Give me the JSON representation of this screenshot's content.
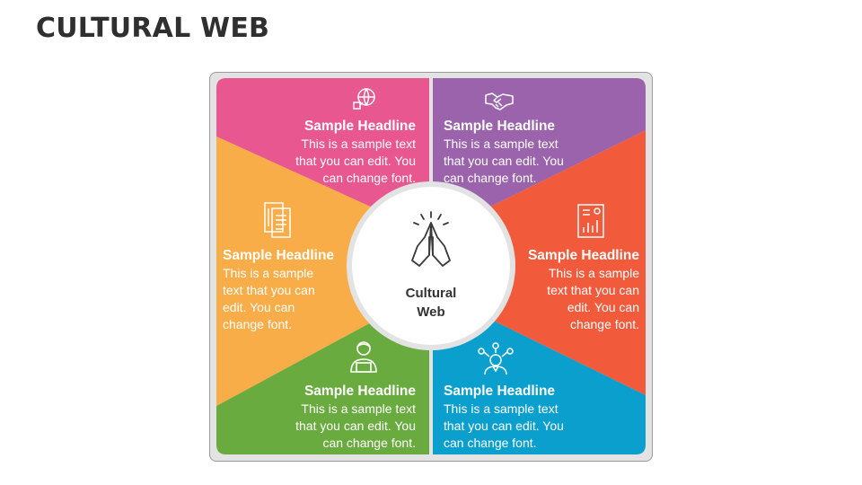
{
  "title": "CULTURAL WEB",
  "center": {
    "label": "Cultural\nWeb",
    "icon": "praying-hands-icon"
  },
  "segments": [
    {
      "id": "top-left",
      "color": "#e8578f",
      "icon": "globe-network-icon",
      "headline": "Sample Headline",
      "text": "This is a sample text\nthat you can edit. You\ncan change font."
    },
    {
      "id": "top-right",
      "color": "#9a63ab",
      "icon": "handshake-icon",
      "headline": "Sample Headline",
      "text": "This is a sample text\nthat you can edit. You\ncan change font."
    },
    {
      "id": "middle-left",
      "color": "#f8ad48",
      "icon": "document-list-icon",
      "headline": "Sample Headline",
      "text": "This is a sample\ntext that you can\nedit. You can\nchange font."
    },
    {
      "id": "middle-right",
      "color": "#f15a3b",
      "icon": "report-chart-icon",
      "headline": "Sample Headline",
      "text": "This is a sample\ntext that you can\nedit. You can\nchange font."
    },
    {
      "id": "bottom-left",
      "color": "#6aab3f",
      "icon": "person-laptop-icon",
      "headline": "Sample Headline",
      "text": "This is a sample text\nthat you can edit. You\ncan change font."
    },
    {
      "id": "bottom-right",
      "color": "#0b9fce",
      "icon": "person-network-icon",
      "headline": "Sample Headline",
      "text": "This is a sample text\nthat you can edit. You\ncan change font."
    }
  ]
}
